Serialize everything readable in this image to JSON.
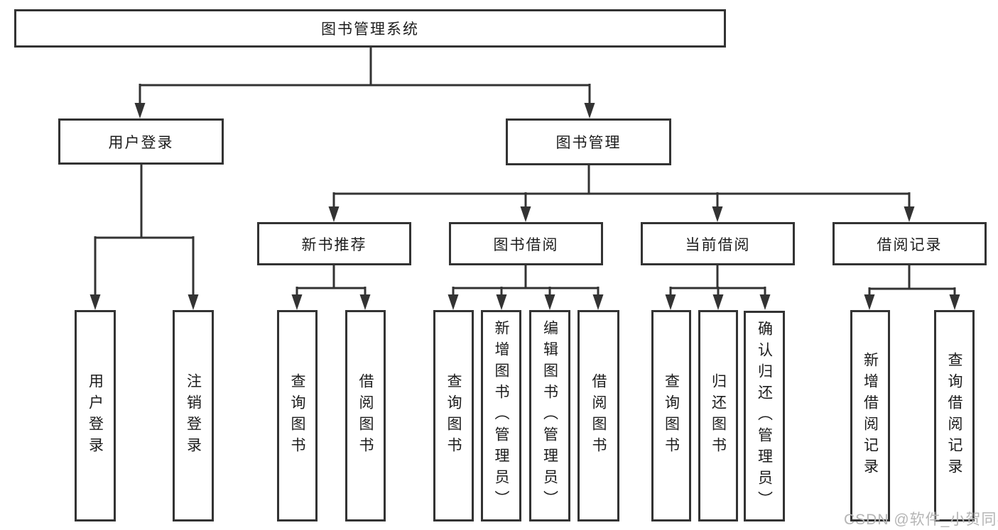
{
  "diagram": {
    "root": {
      "label": "图书管理系统"
    },
    "branches": [
      {
        "label": "用户登录",
        "children": [
          {
            "label": "用户登录"
          },
          {
            "label": "注销登录"
          }
        ]
      },
      {
        "label": "图书管理",
        "children": [
          {
            "label": "新书推荐",
            "children": [
              {
                "label": "查询图书"
              },
              {
                "label": "借阅图书"
              }
            ]
          },
          {
            "label": "图书借阅",
            "children": [
              {
                "label": "查询图书"
              },
              {
                "label": "新增图书（管理员）"
              },
              {
                "label": "编辑图书（管理员）"
              },
              {
                "label": "借阅图书"
              }
            ]
          },
          {
            "label": "当前借阅",
            "children": [
              {
                "label": "查询图书"
              },
              {
                "label": "归还图书"
              },
              {
                "label": "确认归还（管理员）"
              }
            ]
          },
          {
            "label": "借阅记录",
            "children": [
              {
                "label": "新增借阅记录"
              },
              {
                "label": "查询借阅记录"
              }
            ]
          }
        ]
      }
    ]
  },
  "watermark": {
    "label": "CSDN @软件_小贺同学"
  },
  "colors": {
    "line": "#333333",
    "text": "#1c1c1c",
    "watermark": "#b5b5b5",
    "background": "#ffffff"
  }
}
